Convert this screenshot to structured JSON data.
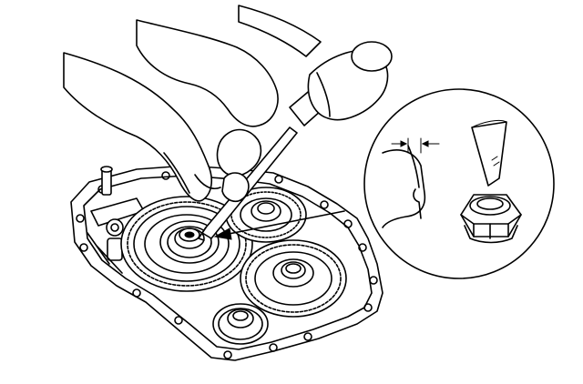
{
  "figure": {
    "background_color": "#ffffff",
    "line_color": "#000000",
    "contents": [
      "transmission-housing",
      "differential-ring-gear",
      "shaft-gears",
      "hand-with-hammer",
      "punch-tool",
      "detail-magnifier-circle",
      "staked-locknut"
    ]
  }
}
